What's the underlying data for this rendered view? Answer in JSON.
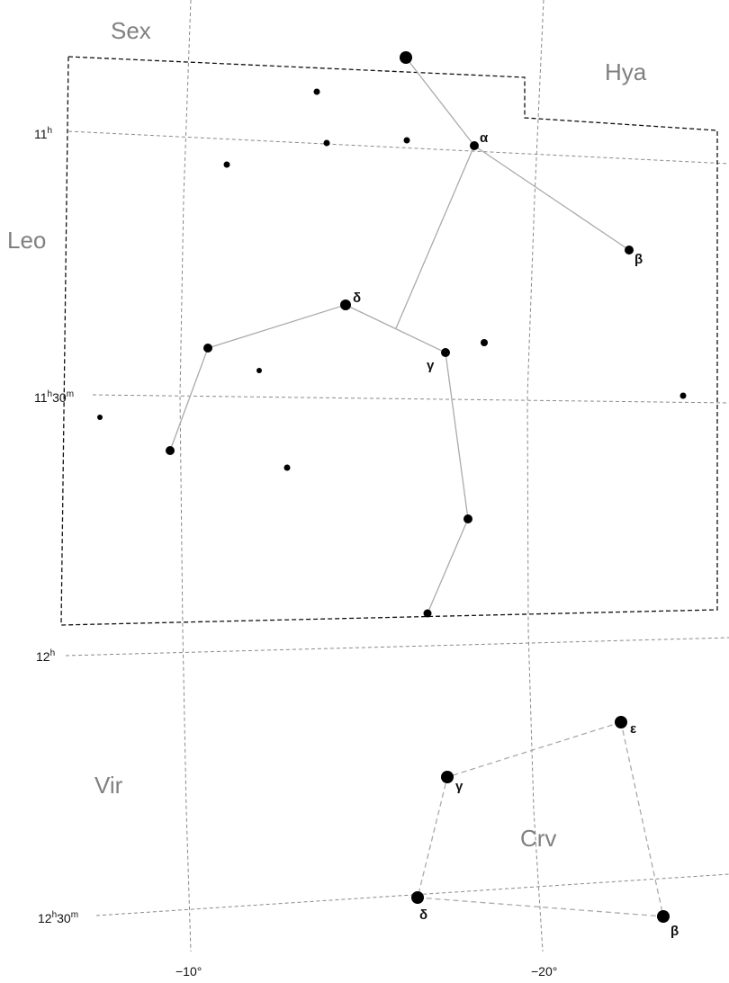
{
  "constellation_labels": {
    "sex": "Sex",
    "hya": "Hya",
    "leo": "Leo",
    "vir": "Vir",
    "crv": "Crv"
  },
  "ra_labels": [
    {
      "h": "11",
      "hs": "h",
      "m": "",
      "ms": ""
    },
    {
      "h": "11",
      "hs": "h",
      "m": "30",
      "ms": "m"
    },
    {
      "h": "12",
      "hs": "h",
      "m": "",
      "ms": ""
    },
    {
      "h": "12",
      "hs": "h",
      "m": "30",
      "ms": "m"
    }
  ],
  "dec_labels": [
    "−10°",
    "−20°"
  ],
  "star_labels": {
    "crt_alpha": "α",
    "crt_beta": "β",
    "crt_gamma": "γ",
    "crt_delta": "δ",
    "crv_epsilon": "ε",
    "crv_gamma": "γ",
    "crv_delta": "δ",
    "crv_beta": "β"
  }
}
